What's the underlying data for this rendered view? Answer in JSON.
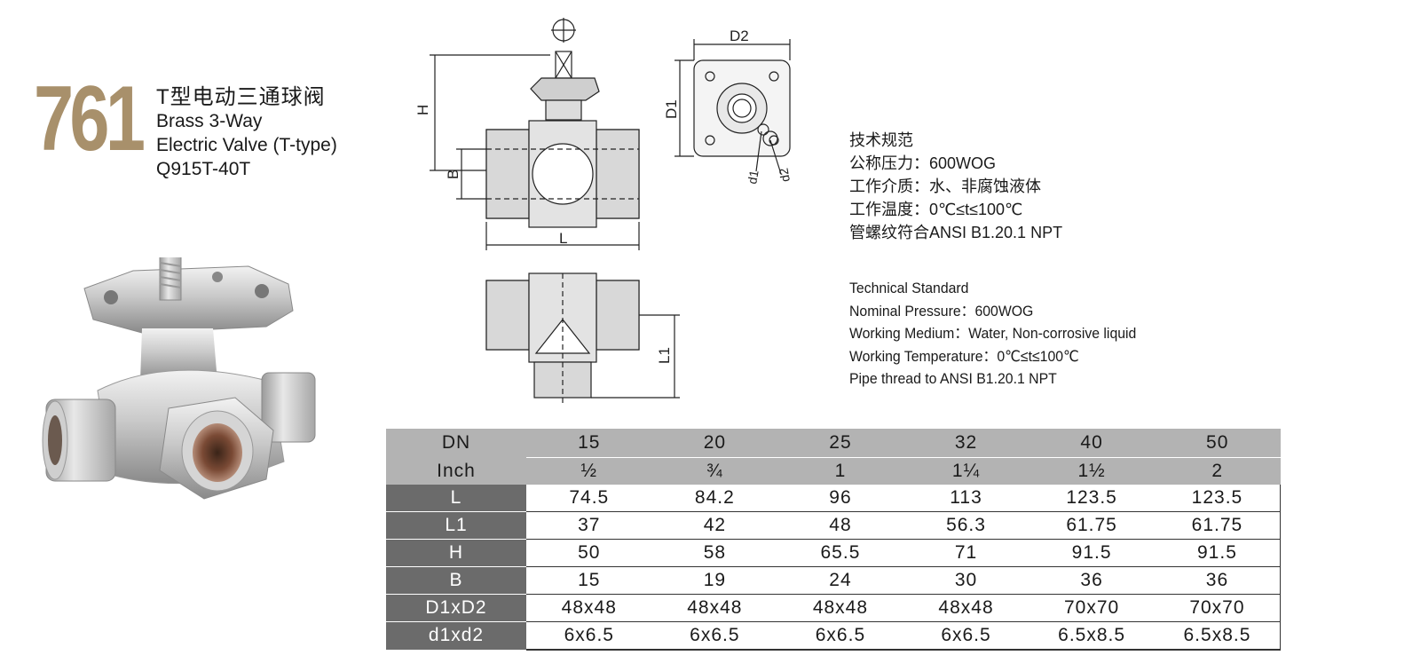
{
  "heading": {
    "model": "761",
    "title_cn": "T型电动三通球阀",
    "title_en_1": "Brass 3-Way",
    "title_en_2": "Electric Valve (T-type)",
    "code": "Q915T-40T"
  },
  "drawing_labels": {
    "H": "H",
    "B": "B",
    "L": "L",
    "L1": "L1",
    "D1": "D1",
    "D2": "D2",
    "d1": "d1",
    "d2": "d2"
  },
  "spec_cn": {
    "title": "技术规范",
    "pressure": "公称压力：600WOG",
    "medium": "工作介质：水、非腐蚀液体",
    "temperature": "工作温度：0℃≤t≤100℃",
    "thread": "管螺纹符合ANSI B1.20.1 NPT"
  },
  "spec_en": {
    "title": "Technical Standard",
    "pressure": "Nominal Pressure：600WOG",
    "medium": "Working Medium：Water, Non-corrosive liquid",
    "temperature": "Working Temperature：0℃≤t≤100℃",
    "thread": "Pipe thread to ANSI B1.20.1 NPT"
  },
  "table": {
    "header_rows": [
      {
        "label": "DN",
        "cells": [
          "15",
          "20",
          "25",
          "32",
          "40",
          "50"
        ]
      },
      {
        "label": "Inch",
        "cells": [
          "½",
          "¾",
          "1",
          "1¼",
          "1½",
          "2"
        ]
      }
    ],
    "rows": [
      {
        "label": "L",
        "cells": [
          "74.5",
          "84.2",
          "96",
          "113",
          "123.5",
          "123.5"
        ]
      },
      {
        "label": "L1",
        "cells": [
          "37",
          "42",
          "48",
          "56.3",
          "61.75",
          "61.75"
        ]
      },
      {
        "label": "H",
        "cells": [
          "50",
          "58",
          "65.5",
          "71",
          "91.5",
          "91.5"
        ]
      },
      {
        "label": "B",
        "cells": [
          "15",
          "19",
          "24",
          "30",
          "36",
          "36"
        ]
      },
      {
        "label": "D1xD2",
        "cells": [
          "48x48",
          "48x48",
          "48x48",
          "48x48",
          "70x70",
          "70x70"
        ]
      },
      {
        "label": "d1xd2",
        "cells": [
          "6x6.5",
          "6x6.5",
          "6x6.5",
          "6x6.5",
          "6.5x8.5",
          "6.5x8.5"
        ]
      }
    ]
  },
  "colors": {
    "model_number": "#a8906b",
    "header_bg": "#b3b3b3",
    "row_label_bg": "#6b6b6b"
  }
}
